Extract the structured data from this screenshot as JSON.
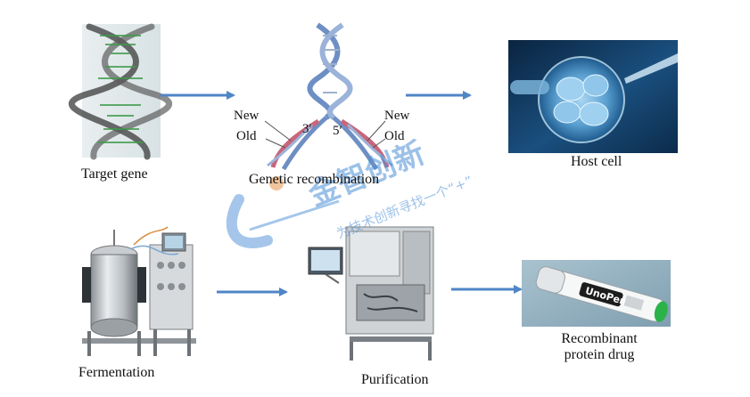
{
  "labels": {
    "target_gene": "Target gene",
    "genetic_recombination": "Genetic recombination",
    "host_cell": "Host cell",
    "fermentation": "Fermentation",
    "purification": "Purification",
    "recombinant_line1": "Recombinant",
    "recombinant_line2": "protein drug"
  },
  "dna_annotations": {
    "new_left": "New",
    "old_left": "Old",
    "new_right": "New",
    "old_right": "Old",
    "three_prime": "3′",
    "five_prime": "5′"
  },
  "watermark": {
    "brand": "金智创新",
    "slogan": "为技术创新寻找一个“+”"
  },
  "pen": {
    "brand": "UnoPen"
  },
  "colors": {
    "arrow": "#4f86c6",
    "watermark": "#4d8fd6",
    "dna_blue": "#6d8fc4",
    "dna_red": "#c8667a"
  }
}
